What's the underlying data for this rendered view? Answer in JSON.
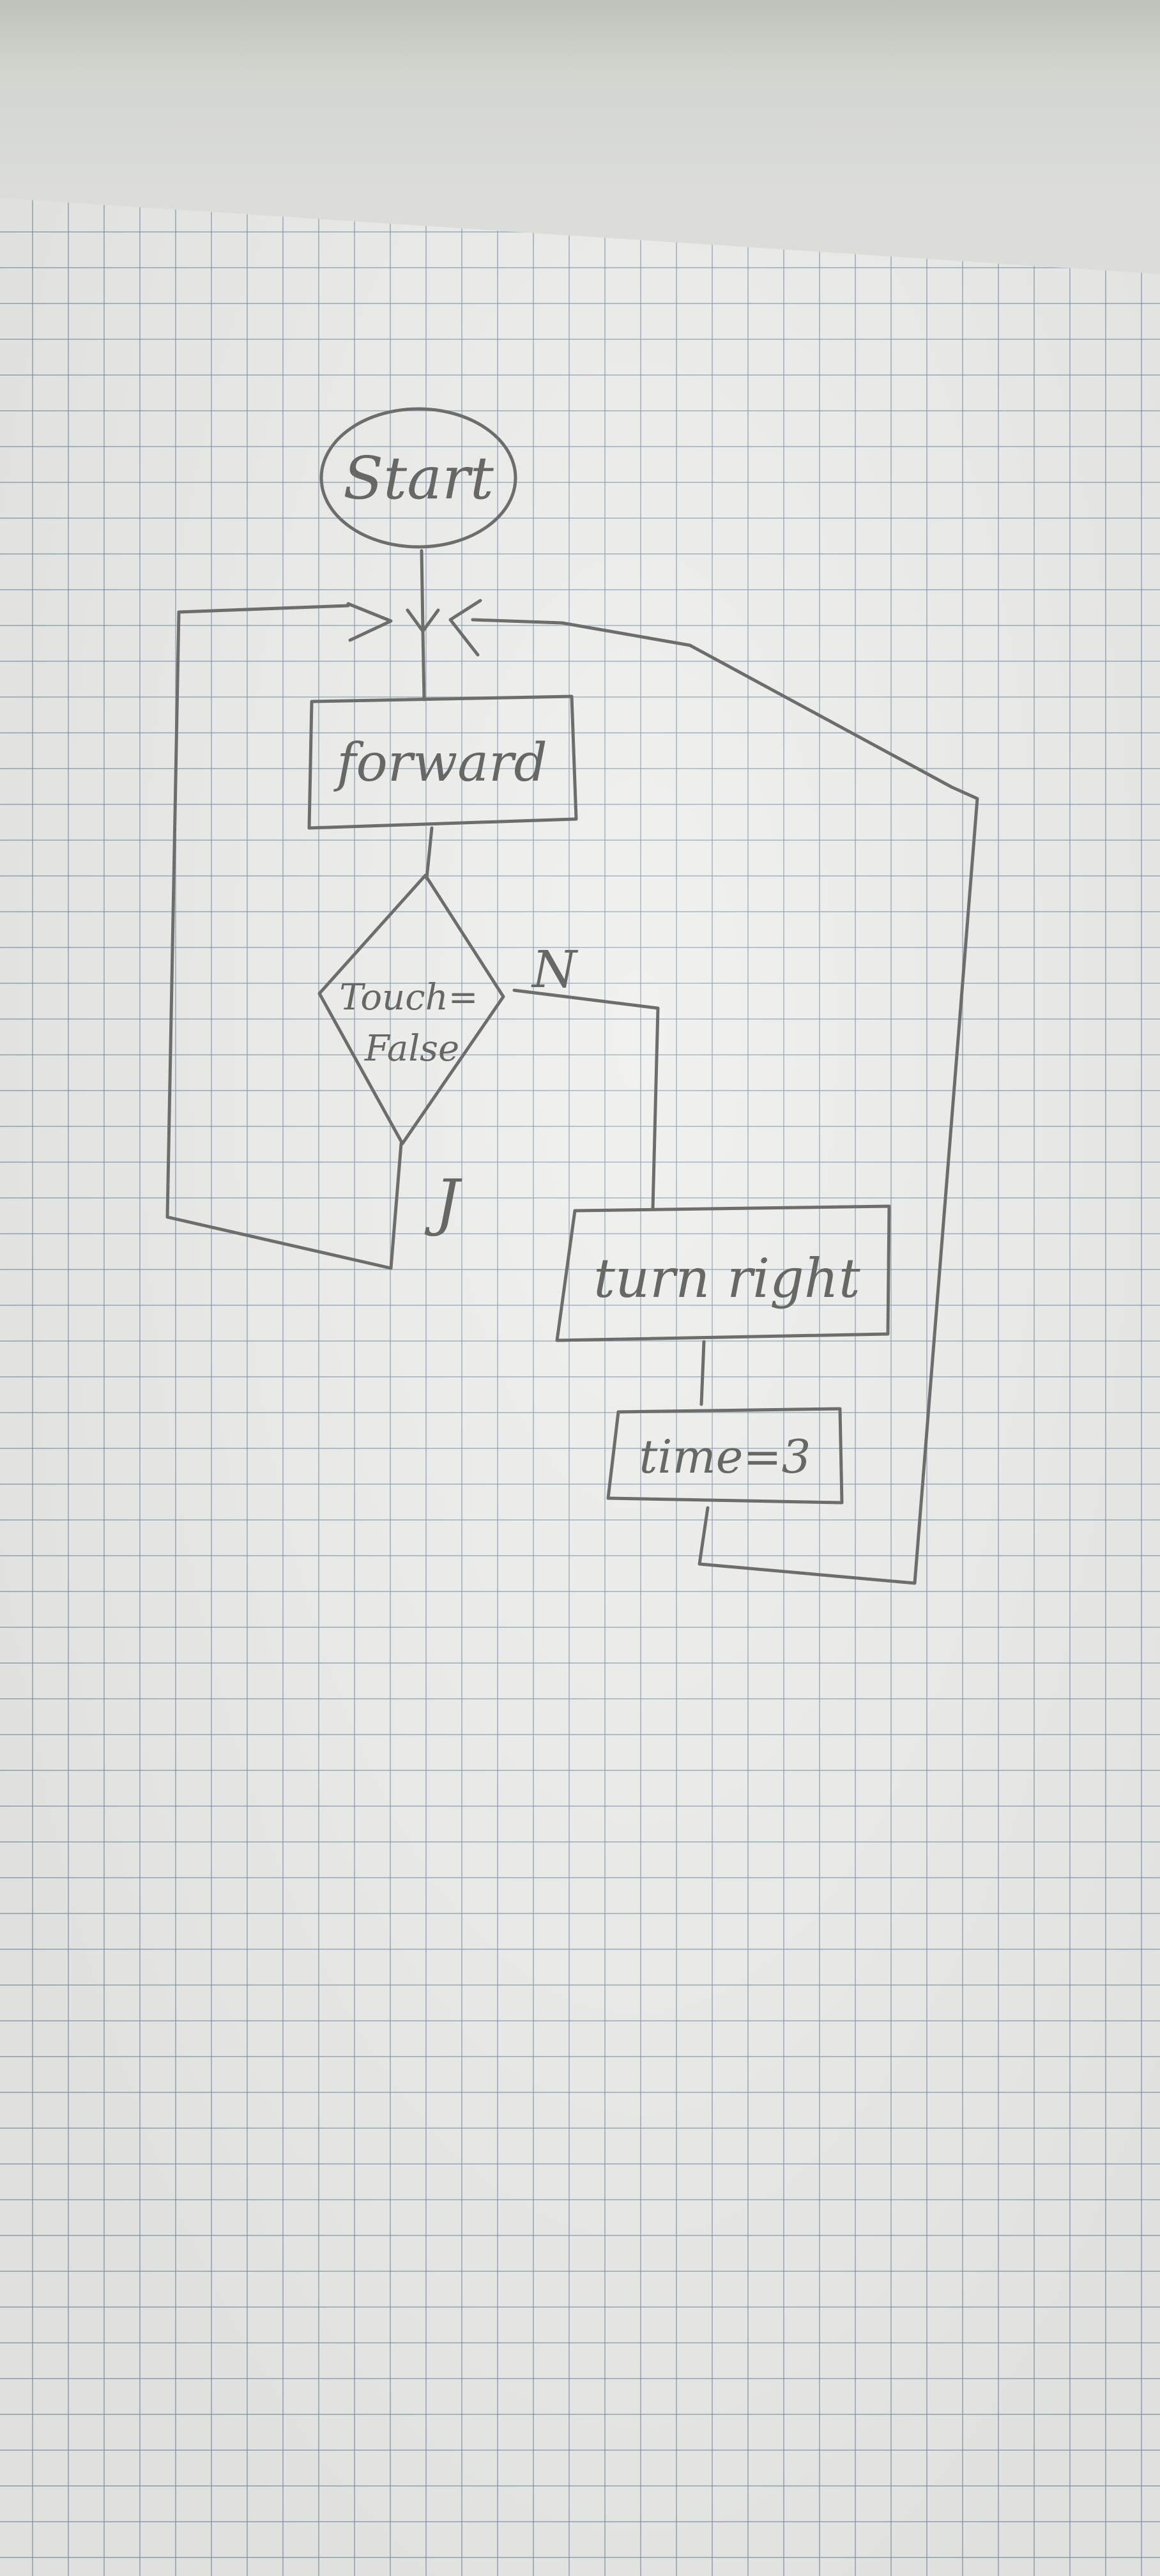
{
  "flowchart": {
    "start": {
      "label": "Start"
    },
    "process_forward": {
      "label": "forward"
    },
    "decision": {
      "line1": "Touch=",
      "line2": "False"
    },
    "branch_no": {
      "label": "N"
    },
    "branch_yes": {
      "label": "J"
    },
    "process_turn": {
      "label": "turn right"
    },
    "process_time": {
      "label": "time=3"
    }
  },
  "colors": {
    "pencil": "#6d6e6c",
    "grid": "#768ab2",
    "paper": "#eeefec"
  }
}
